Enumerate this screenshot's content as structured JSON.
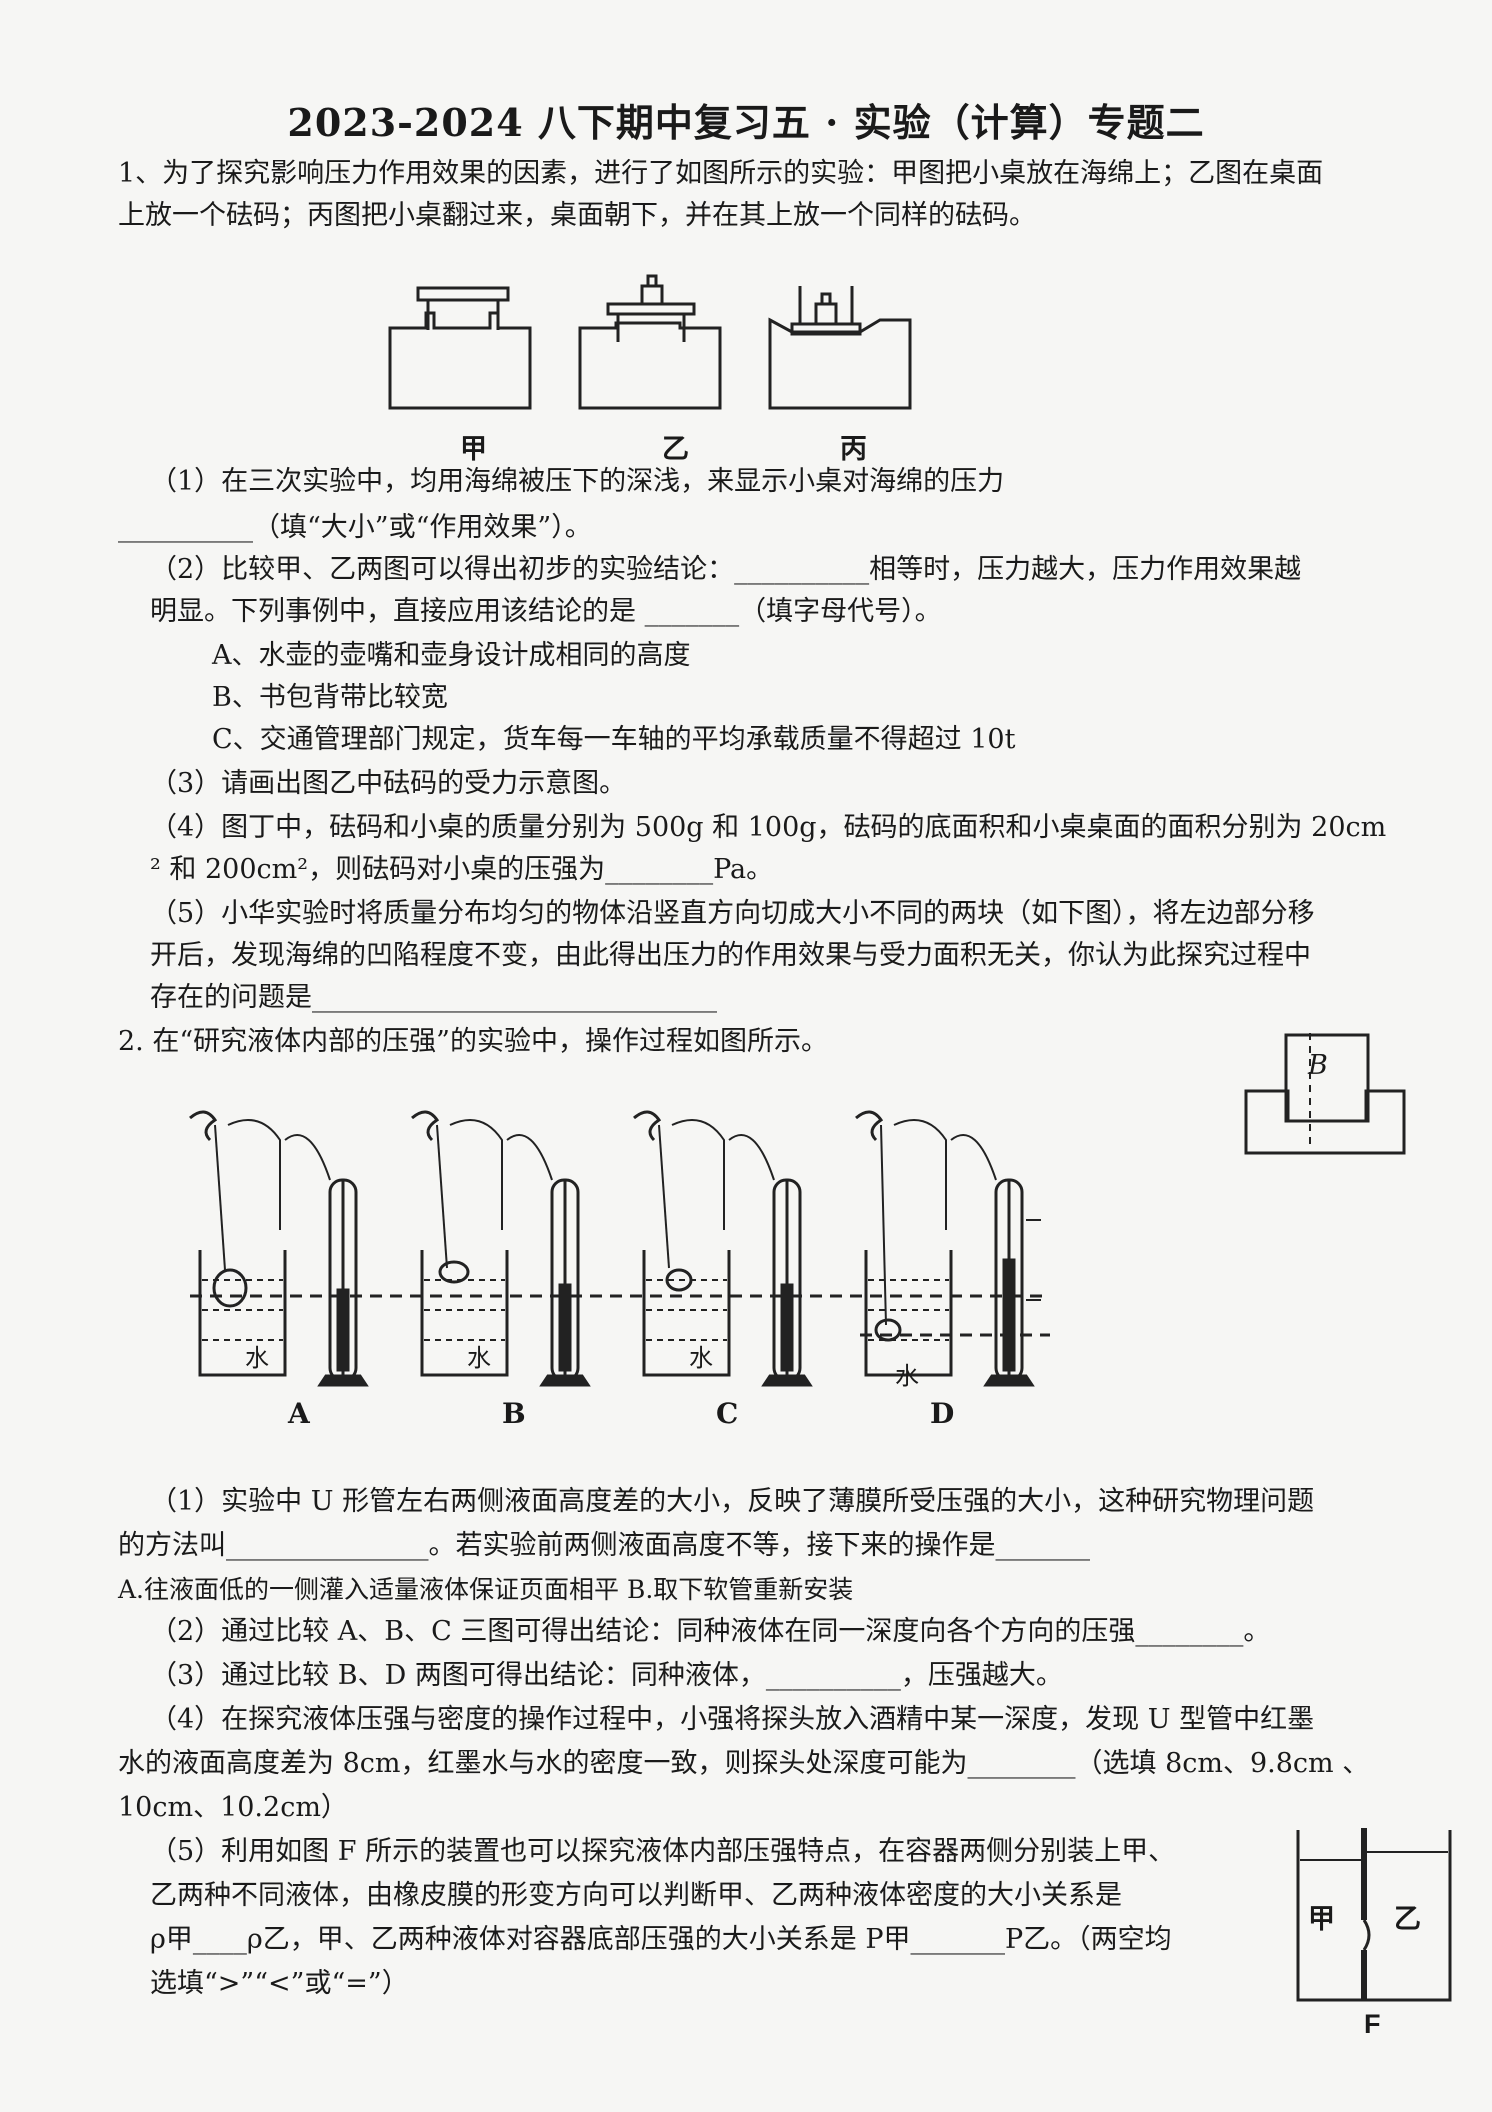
{
  "title": "2023-2024 八下期中复习五 · 实验（计算）专题二",
  "q1": {
    "l1": "1、为了探究影响压力作用效果的因素，进行了如图所示的实验：甲图把小桌放在海绵上；乙图在桌面",
    "l2": "上放一个砝码；丙图把小桌翻过来，桌面朝下，并在其上放一个同样的砝码。",
    "fig_labels": [
      "甲",
      "乙",
      "丙"
    ],
    "p1a": "（1）在三次实验中，均用海绵被压下的深浅，来显示小桌对海绵的压力",
    "p1b": "__________（填“大小”或“作用效果”）。",
    "p2a": "（2）比较甲、乙两图可以得出初步的实验结论：__________相等时，压力越大，压力作用效果越",
    "p2b": "明显。下列事例中，直接应用该结论的是 _______（填字母代号）。",
    "optA": "A、水壶的壶嘴和壶身设计成相同的高度",
    "optB": "B、书包背带比较宽",
    "optC": "C、交通管理部门规定，货车每一车轴的平均承载质量不得超过 10t",
    "p3": "（3）请画出图乙中砝码的受力示意图。",
    "p4a": "（4）图丁中，砝码和小桌的质量分别为 500g 和 100g，砝码的底面积和小桌桌面的面积分别为 20cm",
    "p4b": "² 和 200cm²，则砝码对小桌的压强为________Pa。",
    "p5a": "（5）小华实验时将质量分布均匀的物体沿竖直方向切成大小不同的两块（如下图），将左边部分移",
    "p5b": "开后，发现海绵的凹陷程度不变，由此得出压力的作用效果与受力面积无关，你认为此探究过程中",
    "p5c": "存在的问题是______________________________",
    "block_label": "B"
  },
  "q2": {
    "l1": "2. 在“研究液体内部的压强”的实验中，操作过程如图所示。",
    "fig_labels": [
      "A",
      "B",
      "C",
      "D"
    ],
    "water_label": "水",
    "p1a": "（1）实验中 U 形管左右两侧液面高度差的大小，反映了薄膜所受压强的大小，这种研究物理问题",
    "p1b": "的方法叫_______________。若实验前两侧液面高度不等，接下来的操作是_______",
    "p1opts": "A.往液面低的一侧灌入适量液体保证页面相平        B.取下软管重新安装",
    "p2": "（2）通过比较 A、B、C 三图可得出结论：同种液体在同一深度向各个方向的压强________。",
    "p3": "（3）通过比较 B、D 两图可得出结论：同种液体，__________，压强越大。",
    "p4a": "（4）在探究液体压强与密度的操作过程中，小强将探头放入酒精中某一深度，发现 U 型管中红墨",
    "p4b": "水的液面高度差为 8cm，红墨水与水的密度一致，则探头处深度可能为________（选填 8cm、9.8cm 、",
    "p4c": "10cm、10.2cm）",
    "p5a": "（5）利用如图 F 所示的装置也可以探究液体内部压强特点，在容器两侧分别装上甲、",
    "p5b": "乙两种不同液体，由橡皮膜的形变方向可以判断甲、乙两种液体密度的大小关系是",
    "p5c": "ρ甲____ρ乙，甲、乙两种液体对容器底部压强的大小关系是 P甲_______P乙。（两空均",
    "p5d": "选填“>”“<”或“=”）",
    "figF": {
      "left": "甲",
      "right": "乙",
      "caption": "F"
    }
  }
}
